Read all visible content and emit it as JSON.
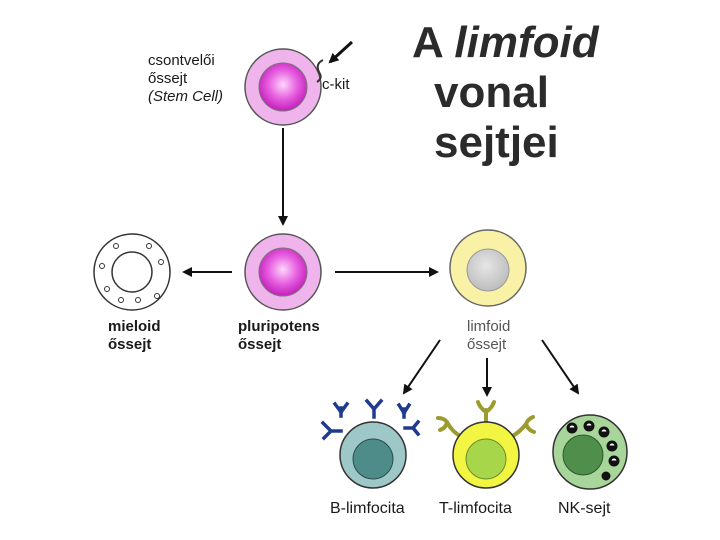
{
  "title": {
    "prefix": "A",
    "italic": "limfoid",
    "line2": "vonal",
    "line3": "sejtjei"
  },
  "labels": {
    "stem_cell": {
      "line1": "csontvelői",
      "line2": "őssejt",
      "line3": "(Stem Cell)"
    },
    "ckit": "c-kit",
    "myeloid": {
      "line1": "mieloid",
      "line2": "őssejt"
    },
    "pluripotent": {
      "line1": "pluripotens",
      "line2": "őssejt"
    },
    "lymphoid": {
      "line1": "limfoid",
      "line2": "őssejt"
    },
    "b_cell": "B-limfocita",
    "t_cell": "T-limfocita",
    "nk_cell": "NK-sejt"
  },
  "colors": {
    "stem_outer": "#efb4ec",
    "stem_inner": "#e233dd",
    "lymphoid_outer": "#f9f1a5",
    "lymphoid_inner": "#cfcfcf",
    "b_outer": "#9ec7c7",
    "b_inner": "#4e8c8a",
    "b_receptor": "#1f3b8f",
    "t_outer": "#f2f542",
    "t_inner": "#a7d64a",
    "t_receptor": "#9c9c2e",
    "nk_outer": "#a8d69a",
    "nk_inner": "#4f8e4b",
    "arrow": "#111111"
  }
}
